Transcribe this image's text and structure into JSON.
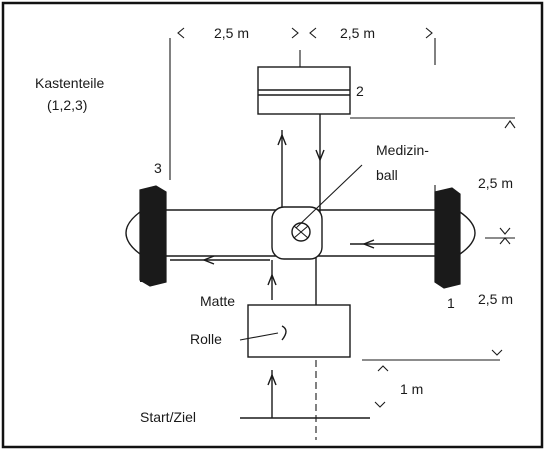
{
  "labels": {
    "dist_left": "2,5 m",
    "dist_right": "2,5 m",
    "kastenteile_1": "Kastenteile",
    "kastenteile_2": "(1,2,3)",
    "box_2": "2",
    "box_3": "3",
    "box_1": "1",
    "medizin_1": "Medizin-",
    "medizin_2": "ball",
    "dist_side_top": "2,5 m",
    "dist_side_bottom": "2,5 m",
    "matte": "Matte",
    "rolle": "Rolle",
    "dist_1m": "1 m",
    "start_ziel": "Start/Ziel"
  },
  "colors": {
    "ink": "#1a1a1a",
    "frame": "#111111",
    "paper": "#ffffff"
  }
}
